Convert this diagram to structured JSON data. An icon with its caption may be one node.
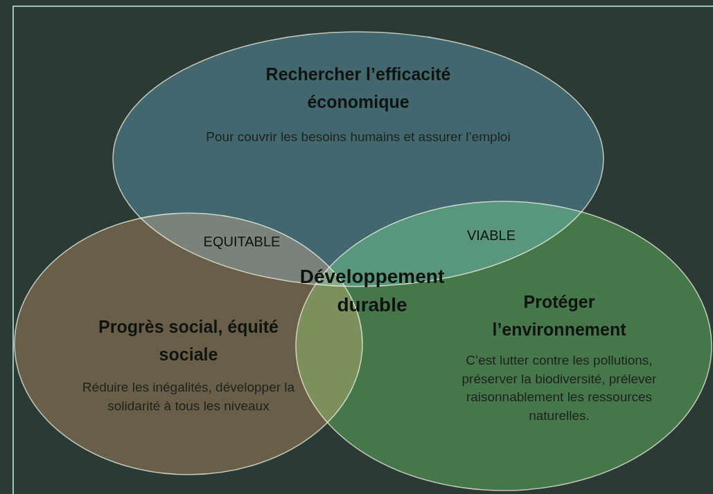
{
  "diagram": {
    "nodes": [
      {
        "text": [
          "Rechercher l’efficacité économique",
          "Pour couvrir les besoins humains et assurer l’emploi"
        ]
      },
      {
        "text": [
          "Progrès social, équité sociale",
          "Réduire les inégalités, développer la solidarité à tous les niveaux"
        ]
      },
      {
        "text": [
          "Protéger l’environnement",
          "C’est lutter contre les pollutions, préserver la biodiversité, prélever raisonnablement les ressources naturelles."
        ]
      }
    ],
    "edges": [],
    "labels": [
      "EQUITABLE",
      "VIABLE",
      "Développement durable"
    ]
  }
}
